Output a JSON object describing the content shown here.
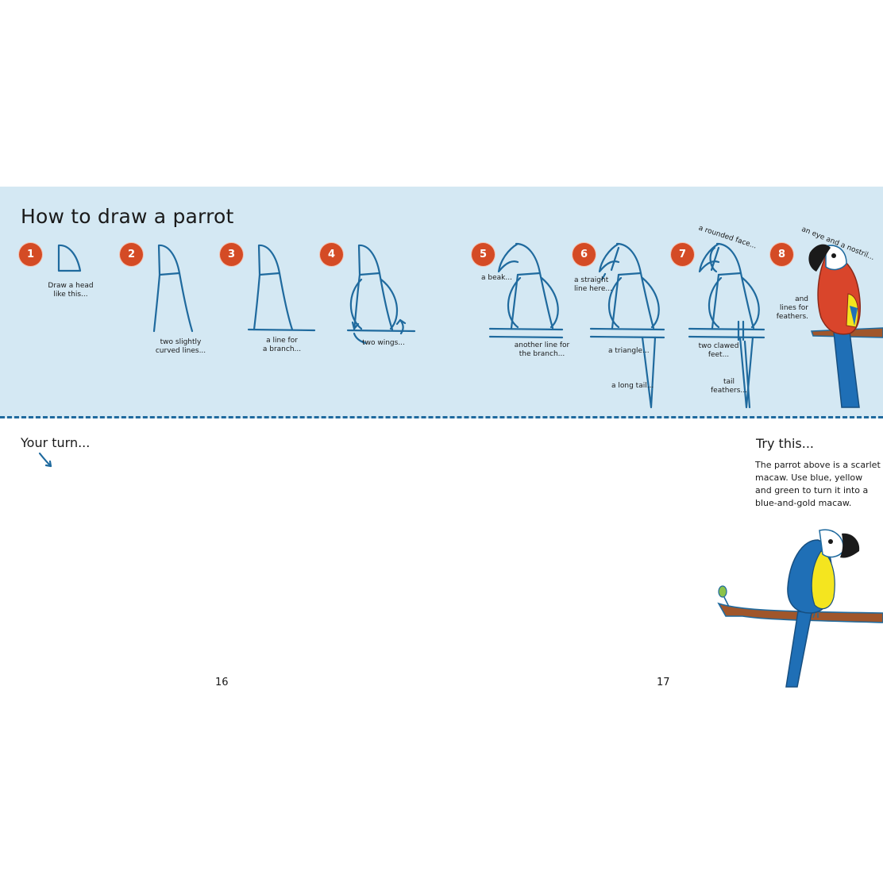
{
  "title": "How to draw a parrot",
  "steps": [
    {
      "num": "1",
      "label": "Draw a head\nlike this..."
    },
    {
      "num": "2",
      "label": "two slightly\ncurved lines..."
    },
    {
      "num": "3",
      "label": "a line for\na branch..."
    },
    {
      "num": "4",
      "label": "two wings..."
    },
    {
      "num": "5",
      "label": "a beak...",
      "label2": "another line for\nthe branch..."
    },
    {
      "num": "6",
      "label": "a straight\nline here...",
      "label2": "a triangle...",
      "label3": "a long tail..."
    },
    {
      "num": "7",
      "label": "a rounded face...",
      "label2": "two clawed\nfeet...",
      "label3": "tail\nfeathers..."
    },
    {
      "num": "8",
      "label": "an eye and a nostril...",
      "label2": "and\nlines for\nfeathers."
    }
  ],
  "your_turn": "Your turn...",
  "try_this": {
    "heading": "Try this...",
    "text": "The parrot above is a scarlet macaw. Use blue, yellow and green to turn it into a blue-and-gold macaw."
  },
  "pages": {
    "left": "16",
    "right": "17"
  },
  "colors": {
    "band": "#d4e8f3",
    "ink": "#1f6a9e",
    "badge": "#d44b25",
    "scarlet": "#d9452b",
    "macaw_blue": "#1f6fb6",
    "macaw_yellow": "#f4e51f",
    "branch": "#a0562b"
  },
  "icons": [
    "step-number-badge",
    "curved-arrow-icon",
    "parrot-illustration"
  ]
}
